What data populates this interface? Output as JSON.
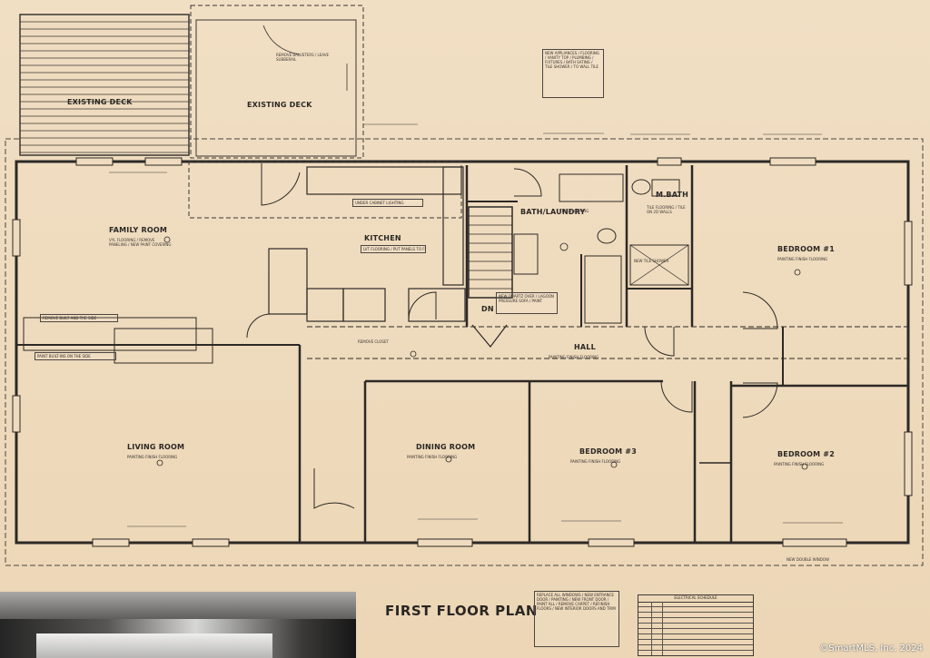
{
  "title": "FIRST FLOOR PLAN",
  "copyright": "©SmartMLS, Inc. 2024",
  "rooms": {
    "existing_deck_left": "EXISTING DECK",
    "existing_deck_right": "EXISTING DECK",
    "family_room": "FAMILY ROOM",
    "kitchen": "KITCHEN",
    "bath_laundry": "BATH/LAUNDRY",
    "m_bath": "M.BATH",
    "bedroom_1": "BEDROOM #1",
    "hall": "HALL",
    "living_room": "LIVING ROOM",
    "dining_room": "DINING ROOM",
    "bedroom_3": "BEDROOM #3",
    "bedroom_2": "BEDROOM #2",
    "dn": "DN"
  },
  "notes": {
    "family_room": "VYL FLOORING / REMOVE PANELING / NEW PAINT COVERING",
    "kitchen_floor": "LVT FLOORING / PUT PANELS TO FRAMING",
    "bath_tile": "TILE FLOORING",
    "m_bath_tile": "TILE FLOORING / TILE ON 2D WALLS",
    "finish_flooring": "PAINTING FINISH FLOORING",
    "hall_finish": "PAINTING FINISH FLOORING",
    "remove_closet": "REMOVE CLOSET",
    "remove_builtin": "REMOVE BUILT AND THE SIDE",
    "paint_builtins": "PAINT BUILT-INS ON THE SIDE",
    "new_doors_top": "NEW APPLIANCES / FLOORING / VANITY TOP / PLUMBING / FIXTURES / BATH SATING / TILE SHOWER / TO WALL TILE",
    "remove_balusters": "REMOVE BALUSTERS / LEAVE SUBBERAIL",
    "cabinet_lighting": "UNDER CABINET LIGHTING",
    "remaining_notes": "REPLACE ALL WINDOWS / NEW ENTRANCE DOOR / PAINTING / NEW FRONT DOOR / PAINT ALL / REMOVE CARPET / REFINISH FLOORS / NEW INTERIOR DOORS AND TRIM",
    "electrical_schedule": "ELECTRICAL SCHEDULE",
    "new_double_window": "NEW DOUBLE WINDOW",
    "new_shower": "NEW TILE SHOWER",
    "quartz": "NEW QUARTZ OVER / LAGOON PRESSURE SOFA / PAINT"
  },
  "electrical_rows": [
    "",
    "",
    "",
    "",
    "",
    "",
    "",
    "",
    ""
  ]
}
